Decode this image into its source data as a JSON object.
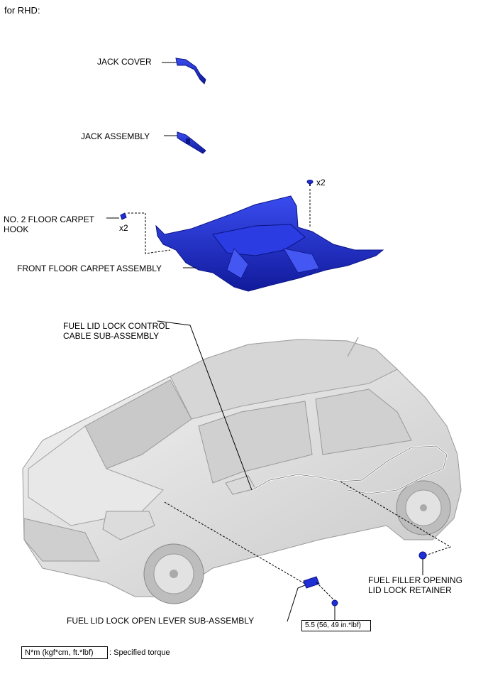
{
  "header": {
    "variant": "for RHD:"
  },
  "labels": {
    "jack_cover": "JACK COVER",
    "jack_assembly": "JACK ASSEMBLY",
    "floor_carpet_hook": "NO. 2 FLOOR CARPET\nHOOK",
    "hook_qty": "x2",
    "clip_qty": "x2",
    "front_floor_carpet": "FRONT FLOOR CARPET ASSEMBLY",
    "fuel_lid_cable": "FUEL LID LOCK CONTROL\nCABLE SUB-ASSEMBLY",
    "fuel_filler_retainer": "FUEL FILLER OPENING\nLID LOCK RETAINER",
    "fuel_lid_lever": "FUEL LID LOCK OPEN LEVER SUB-ASSEMBLY"
  },
  "torque": {
    "value": "5.5 (56, 49 in.*lbf)"
  },
  "legend": {
    "unit": "N*m (kgf*cm, ft.*lbf)",
    "description": ": Specified torque"
  },
  "colors": {
    "part": "#1f2fd6",
    "part_dark": "#0b1485",
    "car_body": "#e4e4e4",
    "car_shadow": "#bcbcbc"
  }
}
